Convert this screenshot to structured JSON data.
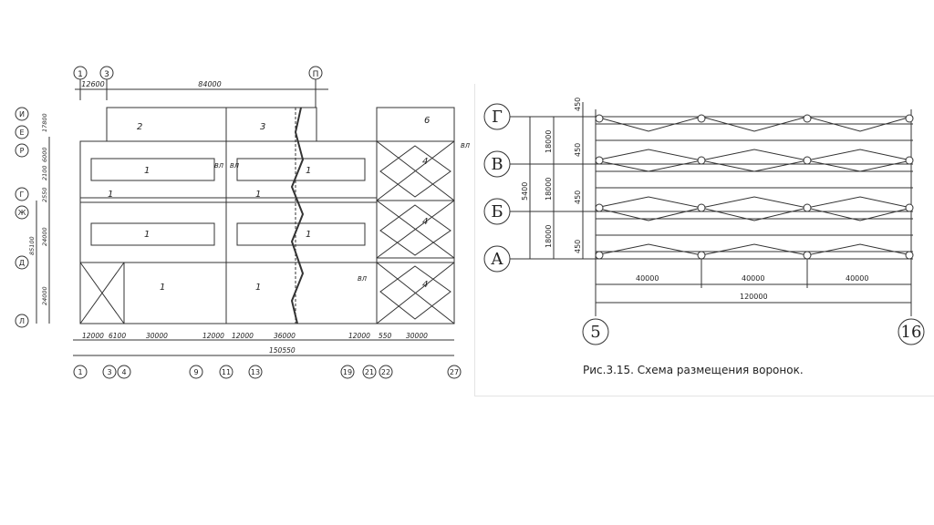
{
  "left_plan": {
    "top_axes": [
      "1",
      "3",
      "П"
    ],
    "top_dims": [
      "12600",
      "84000"
    ],
    "left_axes": [
      "И",
      "Е",
      "Р",
      "Г",
      "Ж",
      "Д",
      "Л"
    ],
    "left_dims": [
      "17800",
      "6000",
      "2100",
      "2550",
      "24000",
      "85100",
      "24000"
    ],
    "rooms": [
      "2",
      "3",
      "6",
      "1",
      "1",
      "1",
      "1",
      "1",
      "1",
      "1",
      "1",
      "4",
      "4",
      "4"
    ],
    "labels": [
      "ВЛ",
      "ВЛ",
      "ВЛ",
      "ВЛ"
    ],
    "bottom_dims_row1": [
      "12000",
      "6100",
      "30000",
      "12000",
      "12000",
      "36000",
      "12000",
      "550",
      "30000"
    ],
    "bottom_total": "150550",
    "bottom_axes": [
      "1",
      "3",
      "4",
      "9",
      "11",
      "13",
      "19",
      "21",
      "22",
      "27"
    ]
  },
  "right_scheme": {
    "row_axes": [
      "Г",
      "В",
      "Б",
      "А"
    ],
    "vertical_dims": [
      "450",
      "18000",
      "450",
      "18000",
      "450",
      "18000",
      "450",
      "5400"
    ],
    "span_dims": [
      "40000",
      "40000",
      "40000"
    ],
    "total_dim": "120000",
    "col_axes": [
      "5",
      "16"
    ],
    "caption": "Рис.3.15. Схема размещения воронок."
  }
}
